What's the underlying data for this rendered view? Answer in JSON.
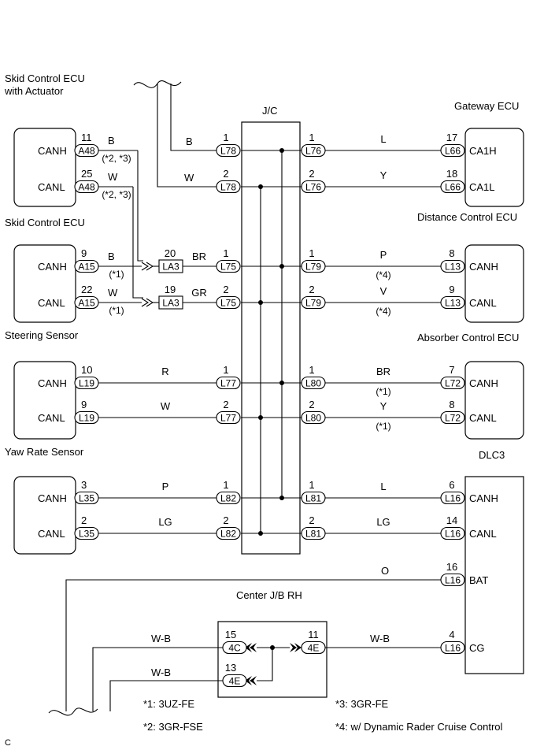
{
  "labels": {
    "skid_actuator": [
      "Skid Control ECU",
      "with Actuator"
    ],
    "jc": "J/C",
    "gateway": "Gateway  ECU",
    "skid_ecu": "Skid Control ECU",
    "distance": "Distance Control ECU",
    "steering": "Steering Sensor",
    "absorber": "Absorber Control ECU",
    "yaw": "Yaw Rate Sensor",
    "dlc3": "DLC3",
    "center_jb": "Center J/B RH",
    "corner": "C"
  },
  "pins": {
    "canh": "CANH",
    "canl": "CANL",
    "ca1h": "CA1H",
    "ca1l": "CA1L",
    "bat": "BAT",
    "cg": "CG"
  },
  "notes": {
    "n1": "*1: 3UZ-FE",
    "n2": "*2: 3GR-FSE",
    "n3": "*3: 3GR-FE",
    "n4": "*4: w/ Dynamic Rader Cruise Control"
  },
  "rows": [
    {
      "id": "r1",
      "left_pin": "11",
      "left_conn": "A48",
      "left_color": "B",
      "left_note": "(*2, *3)",
      "jc_left_pin": "1",
      "jc_left_conn": "L78",
      "jc_left_color": "B",
      "jc_right_pin": "1",
      "jc_right_conn": "L76",
      "right_color": "L",
      "right_note": "",
      "right_pin": "17",
      "right_conn": "L66"
    },
    {
      "id": "r2",
      "left_pin": "25",
      "left_conn": "A48",
      "left_color": "W",
      "left_note": "(*2, *3)",
      "jc_left_pin": "2",
      "jc_left_conn": "L78",
      "jc_left_color": "W",
      "jc_right_pin": "2",
      "jc_right_conn": "L76",
      "right_color": "Y",
      "right_note": "",
      "right_pin": "18",
      "right_conn": "L66"
    },
    {
      "id": "r3",
      "left_pin": "9",
      "left_conn": "A15",
      "left_color": "B",
      "left_note": "(*1)",
      "inline_pin": "20",
      "inline_conn": "LA3",
      "jc_left_pin": "1",
      "jc_left_conn": "L75",
      "jc_left_color": "BR",
      "jc_right_pin": "1",
      "jc_right_conn": "L79",
      "right_color": "P",
      "right_note": "(*4)",
      "right_pin": "8",
      "right_conn": "L13"
    },
    {
      "id": "r4",
      "left_pin": "22",
      "left_conn": "A15",
      "left_color": "W",
      "left_note": "(*1)",
      "inline_pin": "19",
      "inline_conn": "LA3",
      "jc_left_pin": "2",
      "jc_left_conn": "L75",
      "jc_left_color": "GR",
      "jc_right_pin": "2",
      "jc_right_conn": "L79",
      "right_color": "V",
      "right_note": "(*4)",
      "right_pin": "9",
      "right_conn": "L13"
    },
    {
      "id": "r5",
      "left_pin": "10",
      "left_conn": "L19",
      "left_color": "R",
      "jc_left_pin": "1",
      "jc_left_conn": "L77",
      "jc_right_pin": "1",
      "jc_right_conn": "L80",
      "right_color": "BR",
      "right_note": "(*1)",
      "right_pin": "7",
      "right_conn": "L72"
    },
    {
      "id": "r6",
      "left_pin": "9",
      "left_conn": "L19",
      "left_color": "W",
      "jc_left_pin": "2",
      "jc_left_conn": "L77",
      "jc_right_pin": "2",
      "jc_right_conn": "L80",
      "right_color": "Y",
      "right_note": "(*1)",
      "right_pin": "8",
      "right_conn": "L72"
    },
    {
      "id": "r7",
      "left_pin": "3",
      "left_conn": "L35",
      "left_color": "P",
      "jc_left_pin": "1",
      "jc_left_conn": "L82",
      "jc_right_pin": "1",
      "jc_right_conn": "L81",
      "right_color": "L",
      "right_pin": "6",
      "right_conn": "L16"
    },
    {
      "id": "r8",
      "left_pin": "2",
      "left_conn": "L35",
      "left_color": "LG",
      "jc_left_pin": "2",
      "jc_left_conn": "L82",
      "jc_right_pin": "2",
      "jc_right_conn": "L81",
      "right_color": "LG",
      "right_pin": "14",
      "right_conn": "L16"
    }
  ],
  "dlc_bat": {
    "pin": "16",
    "conn": "L16",
    "color": "O"
  },
  "dlc_cg": {
    "pin": "4",
    "conn": "L16",
    "color": "W-B"
  },
  "jb": {
    "c1_pin": "15",
    "c1_conn": "4C",
    "c2_pin": "13",
    "c2_conn": "4E",
    "c3_pin": "11",
    "c3_conn": "4E",
    "wire1_color": "W-B",
    "wire2_color": "W-B"
  }
}
